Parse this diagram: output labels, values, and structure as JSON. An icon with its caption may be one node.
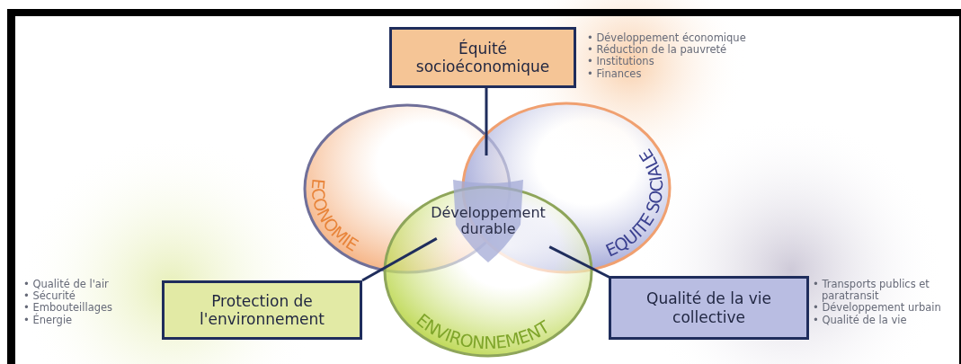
{
  "diagram": {
    "nodes": [
      {
        "text": [
          "Équité socioéconomique"
        ],
        "beside": [
          "• Développement économique",
          "• Réduction de la pauvreté",
          "• Institutions",
          "• Finances"
        ]
      },
      {
        "text": [
          "ECONOMIE"
        ]
      },
      {
        "text": [
          "EQUITE SOCIALE"
        ]
      },
      {
        "text": [
          "ENVIRONNEMENT"
        ]
      },
      {
        "text": [
          "Développement durable"
        ]
      },
      {
        "text": [
          "Protection de l'environnement"
        ],
        "beside": [
          "• Qualité de l'air",
          "• Sécurité",
          "• Embouteillages",
          "• Énergie"
        ]
      },
      {
        "text": [
          "Qualité de la vie collective"
        ],
        "beside": [
          "• Transports publics et paratransit",
          "• Développement urbain",
          "• Qualité de la vie"
        ]
      }
    ],
    "edges": [
      {
        "from": 0,
        "to": 1,
        "arrow": "none"
      },
      {
        "from": 5,
        "to": 1,
        "arrow": "none"
      },
      {
        "from": 6,
        "to": 2,
        "arrow": "none"
      }
    ]
  }
}
